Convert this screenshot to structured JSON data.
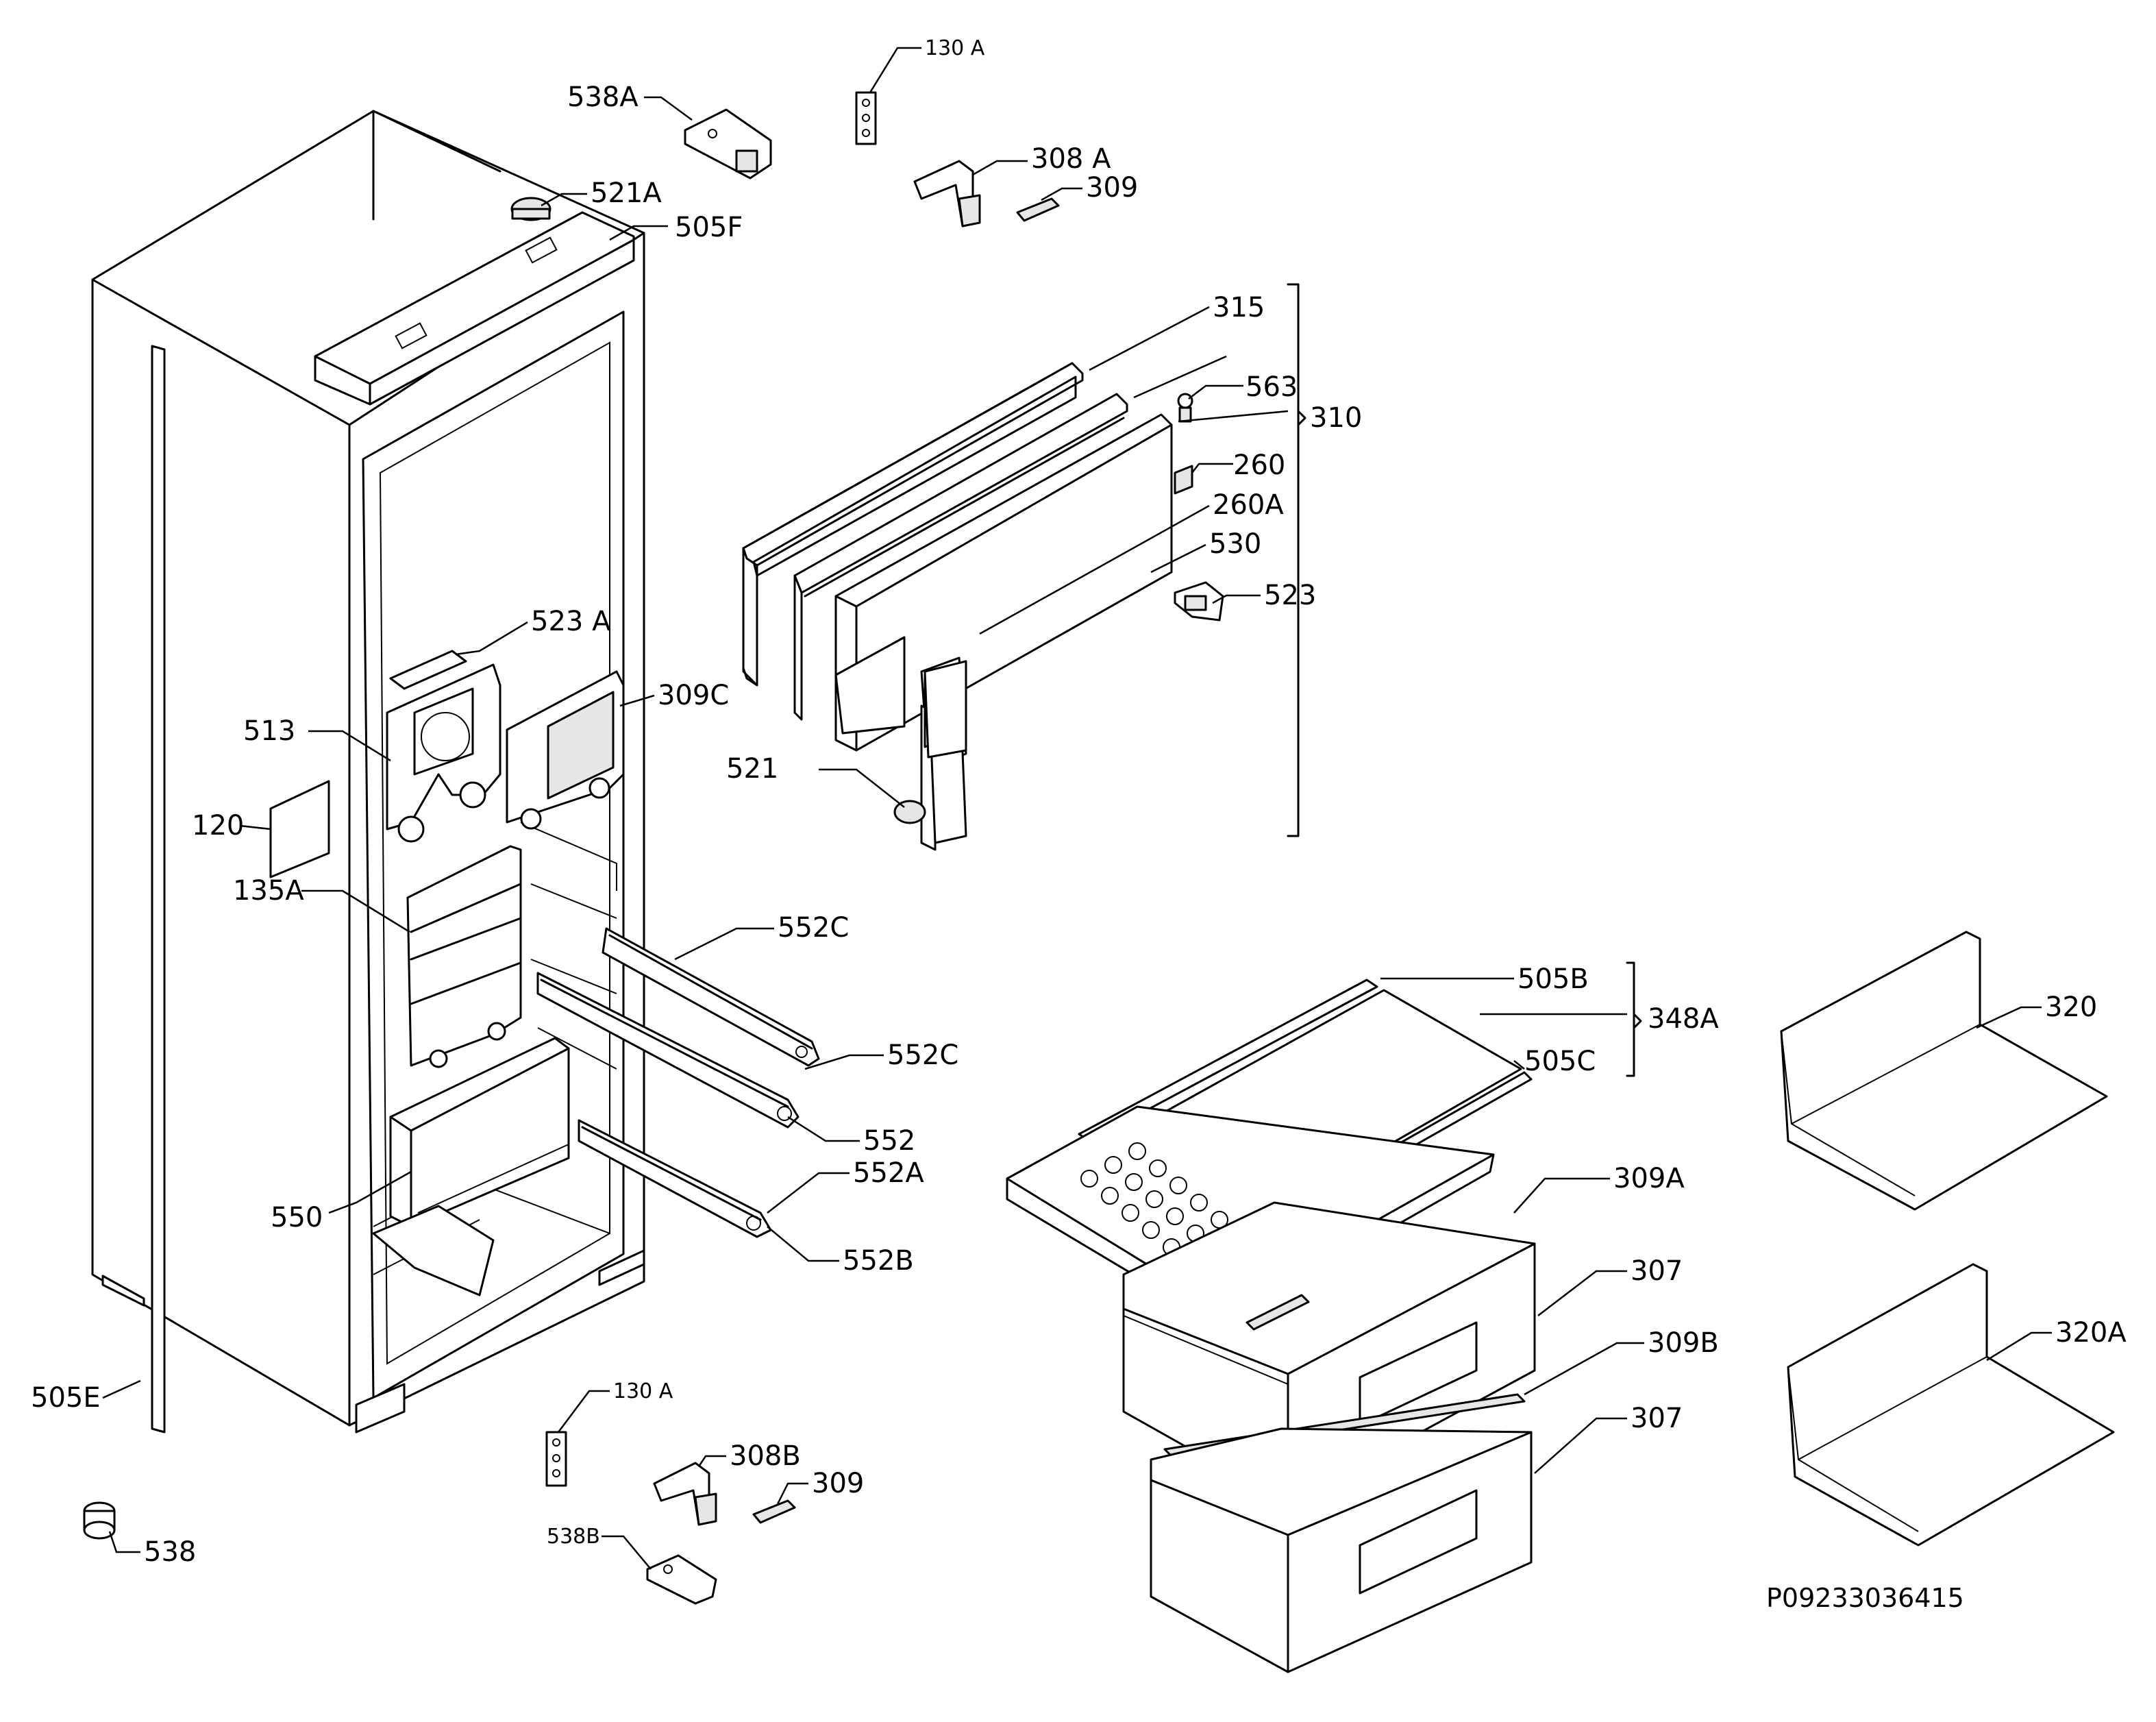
{
  "labels": {
    "l130a_top": "130 A",
    "l538a": "538A",
    "l308a": "308 A",
    "l309_top": "309",
    "l521a": "521A",
    "l505f": "505F",
    "l315": "315",
    "l563": "563",
    "l310": "310",
    "l260": "260",
    "l260a": "260A",
    "l530": "530",
    "l523": "523",
    "l523a": "523 A",
    "l513": "513",
    "l309c": "309C",
    "l120": "120",
    "l521": "521",
    "l135a": "135A",
    "l552c_1": "552C",
    "l552c_2": "552C",
    "l552": "552",
    "l552a": "552A",
    "l552b": "552B",
    "l550": "550",
    "l505b": "505B",
    "l348a": "348A",
    "l505c": "505C",
    "l320": "320",
    "l309a": "309A",
    "l307_1": "307",
    "l309b": "309B",
    "l307_2": "307",
    "l320a": "320A",
    "l505e": "505E",
    "l130a_bot": "130 A",
    "l308b": "308B",
    "l309_bot": "309",
    "l538b": "538B",
    "l538": "538"
  },
  "drawing_code": "P09233036415"
}
